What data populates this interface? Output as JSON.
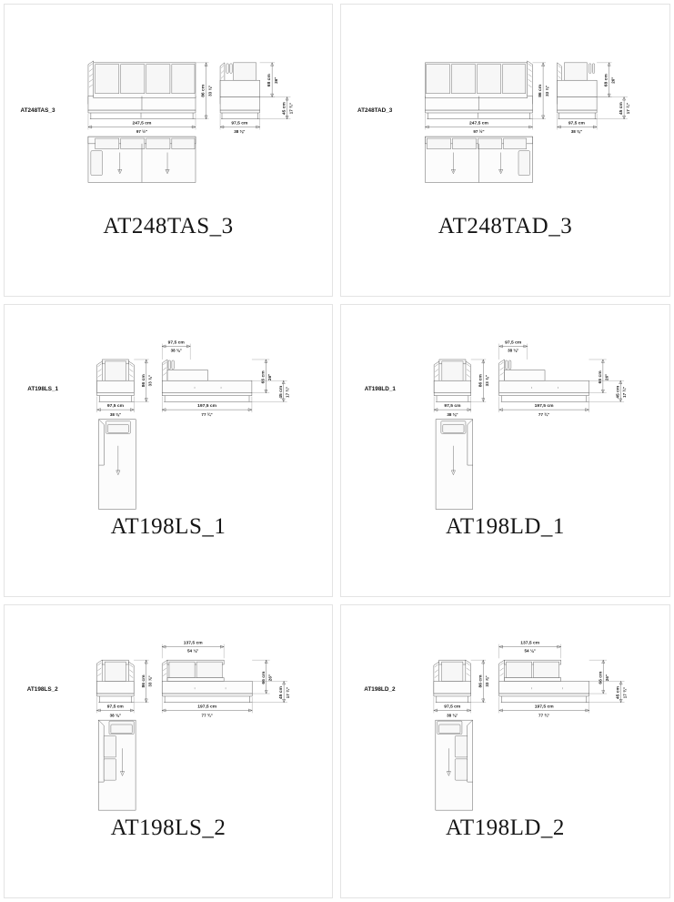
{
  "page": {
    "type": "product-dimension-sheet",
    "columns": 2,
    "rows": 3,
    "background_color": "#ffffff",
    "panel_border_color": "#e3e3e3"
  },
  "units": {
    "metric_suffix": "cm",
    "imperial_suffix": "\""
  },
  "panels": [
    {
      "id": "p1",
      "caption": "AT248TAS_3",
      "code_label": "AT248TAS_3",
      "orientation": "left",
      "type": "sofa-3-seat-arm-left",
      "seats": 4,
      "arrows": 2,
      "dimensions": {
        "width_cm": "247,5 cm",
        "width_in": "97 ½\"",
        "depth_cm": "97,5 cm",
        "depth_in": "38 ⅜\"",
        "height_cm": "86 cm",
        "height_in": "33 ⅞\"",
        "back_height_cm": "68 cm",
        "back_height_in": "26\"",
        "seat_height_cm": "45 cm",
        "seat_height_in": "17 ¾\""
      }
    },
    {
      "id": "p2",
      "caption": "AT248TAD_3",
      "code_label": "AT248TAD_3",
      "orientation": "right",
      "type": "sofa-3-seat-arm-right",
      "seats": 4,
      "arrows": 2,
      "dimensions": {
        "width_cm": "247,5 cm",
        "width_in": "97 ½\"",
        "depth_cm": "97,5 cm",
        "depth_in": "38 ⅜\"",
        "height_cm": "86 cm",
        "height_in": "33 ⅞\"",
        "back_height_cm": "68 cm",
        "back_height_in": "26\"",
        "seat_height_cm": "45 cm",
        "seat_height_in": "17 ¾\""
      }
    },
    {
      "id": "p3",
      "caption": "AT198LS_1",
      "code_label": "AT198LS_1",
      "orientation": "left",
      "type": "chaise-longue-1",
      "seats": 1,
      "arrows": 1,
      "dimensions": {
        "top_cm": "97,5 cm",
        "top_in": "38 ⅜\"",
        "width_cm": "97,5 cm",
        "width_in": "38 ⅜\"",
        "length_cm": "197,5 cm",
        "length_in": "77 ¾\"",
        "height_cm": "86 cm",
        "height_in": "33 ⅞\"",
        "back_height_cm": "66 cm",
        "back_height_in": "26\"",
        "seat_height_cm": "45 cm",
        "seat_height_in": "17 ¾\""
      }
    },
    {
      "id": "p4",
      "caption": "AT198LD_1",
      "code_label": "AT198LD_1",
      "orientation": "right",
      "type": "chaise-longue-1",
      "seats": 1,
      "arrows": 1,
      "dimensions": {
        "top_cm": "97,5 cm",
        "top_in": "38 ⅜\"",
        "width_cm": "97,5 cm",
        "width_in": "38 ⅜\"",
        "length_cm": "197,5 cm",
        "length_in": "77 ¾\"",
        "height_cm": "86 cm",
        "height_in": "33 ⅞\"",
        "back_height_cm": "66 cm",
        "back_height_in": "26\"",
        "seat_height_cm": "45 cm",
        "seat_height_in": "17 ¾\""
      }
    },
    {
      "id": "p5",
      "caption": "AT198LS_2",
      "code_label": "AT198LS_2",
      "orientation": "left",
      "type": "chaise-longue-2",
      "seats": 2,
      "arrows": 1,
      "dimensions": {
        "top_cm": "137,5 cm",
        "top_in": "54 ⅛\"",
        "width_cm": "97,5 cm",
        "width_in": "38 ⅜\"",
        "length_cm": "197,5 cm",
        "length_in": "77 ¾\"",
        "height_cm": "86 cm",
        "height_in": "33 ⅞\"",
        "back_height_cm": "66 cm",
        "back_height_in": "26\"",
        "seat_height_cm": "45 cm",
        "seat_height_in": "17 ¾\""
      }
    },
    {
      "id": "p6",
      "caption": "AT198LD_2",
      "code_label": "AT198LD_2",
      "orientation": "right",
      "type": "chaise-longue-2",
      "seats": 2,
      "arrows": 1,
      "dimensions": {
        "top_cm": "137,5 cm",
        "top_in": "54 ⅛\"",
        "width_cm": "97,5 cm",
        "width_in": "38 ⅜\"",
        "length_cm": "197,5 cm",
        "length_in": "77 ¾\"",
        "height_cm": "86 cm",
        "height_in": "33 ⅞\"",
        "back_height_cm": "66 cm",
        "back_height_in": "26\"",
        "seat_height_cm": "45 cm",
        "seat_height_in": "17 ¾\""
      }
    }
  ]
}
